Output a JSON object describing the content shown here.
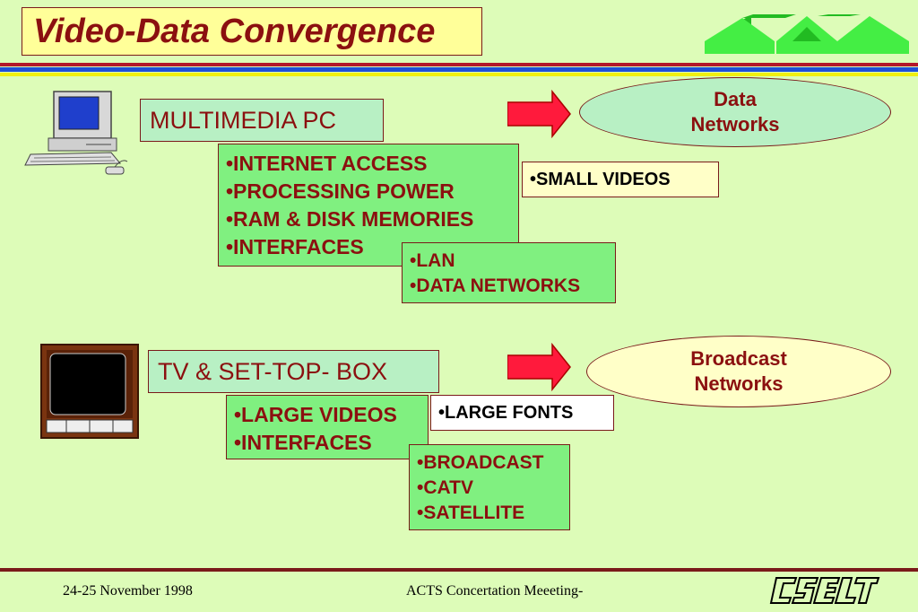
{
  "title": "Video-Data Convergence",
  "pc_section": {
    "label": "MULTIMEDIA PC",
    "features": [
      "•INTERNET ACCESS",
      "•PROCESSING POWER",
      "•RAM & DISK MEMORIES",
      "•INTERFACES"
    ],
    "interfaces": [
      "•LAN",
      "•DATA NETWORKS"
    ],
    "note": "•SMALL VIDEOS",
    "target": [
      "Data",
      "Networks"
    ]
  },
  "tv_section": {
    "label": "TV & SET-TOP- BOX",
    "features": [
      "•LARGE VIDEOS",
      "•INTERFACES"
    ],
    "interfaces": [
      "•BROADCAST",
      "•CATV",
      "•SATELLITE"
    ],
    "note": "•LARGE FONTS",
    "target": [
      "Broadcast",
      "Networks"
    ]
  },
  "footer": {
    "date": "24-25 November 1998",
    "event": "ACTS Concertation Meeeting-",
    "logo_text": "CSELT"
  },
  "colors": {
    "background": "#ddfcb8",
    "title_fill": "#ffff99",
    "text_dark_red": "#8b1010",
    "box_green": "#80f080",
    "label_green": "#b8f0c4",
    "arrow_red": "#ff1a3c",
    "rule_blue": "#1e4fd8",
    "rule_yellow": "#f0f010",
    "data_ellipse": "#b8f0c4",
    "broadcast_ellipse": "#ffffc8"
  },
  "icons": [
    "computer-icon",
    "television-icon",
    "green-arrows-logo",
    "right-arrow-icon",
    "cselt-logo"
  ]
}
